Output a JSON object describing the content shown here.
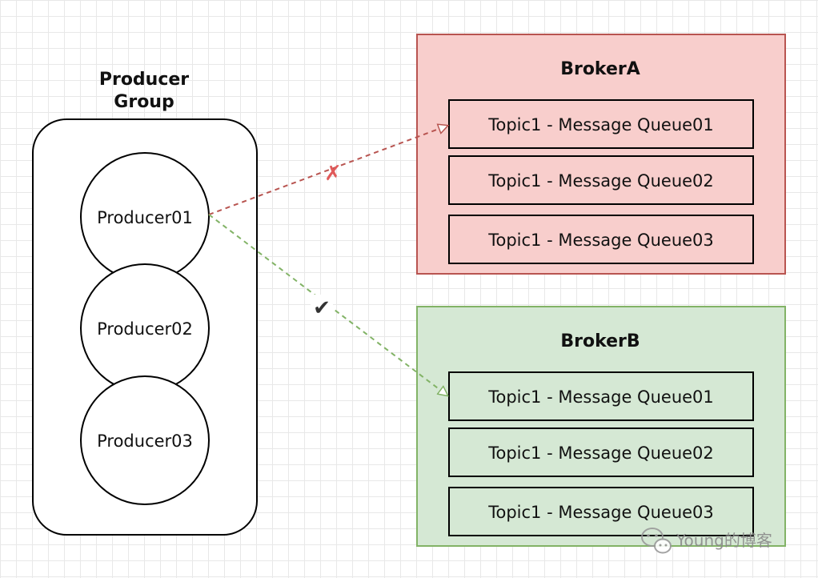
{
  "producer_group": {
    "title_line1": "Producer",
    "title_line2": "Group",
    "producers": [
      "Producer01",
      "Producer02",
      "Producer03"
    ]
  },
  "broker_a": {
    "name": "BrokerA",
    "fill": "#f8cecc",
    "stroke": "#b85450",
    "queues": [
      "Topic1 - Message Queue01",
      "Topic1 - Message Queue02",
      "Topic1 - Message Queue03"
    ]
  },
  "broker_b": {
    "name": "BrokerB",
    "fill": "#d5e8d4",
    "stroke": "#82b366",
    "queues": [
      "Topic1 - Message Queue01",
      "Topic1 - Message Queue02",
      "Topic1 - Message Queue03"
    ]
  },
  "connections": {
    "rejected": {
      "mark": "✗",
      "color": "#e05a5a",
      "line_color": "#b85450"
    },
    "accepted": {
      "mark": "✔",
      "color": "#333333",
      "line_color": "#82b366"
    }
  },
  "watermark": {
    "text": "Young的博客",
    "icon": "wechat-icon"
  }
}
